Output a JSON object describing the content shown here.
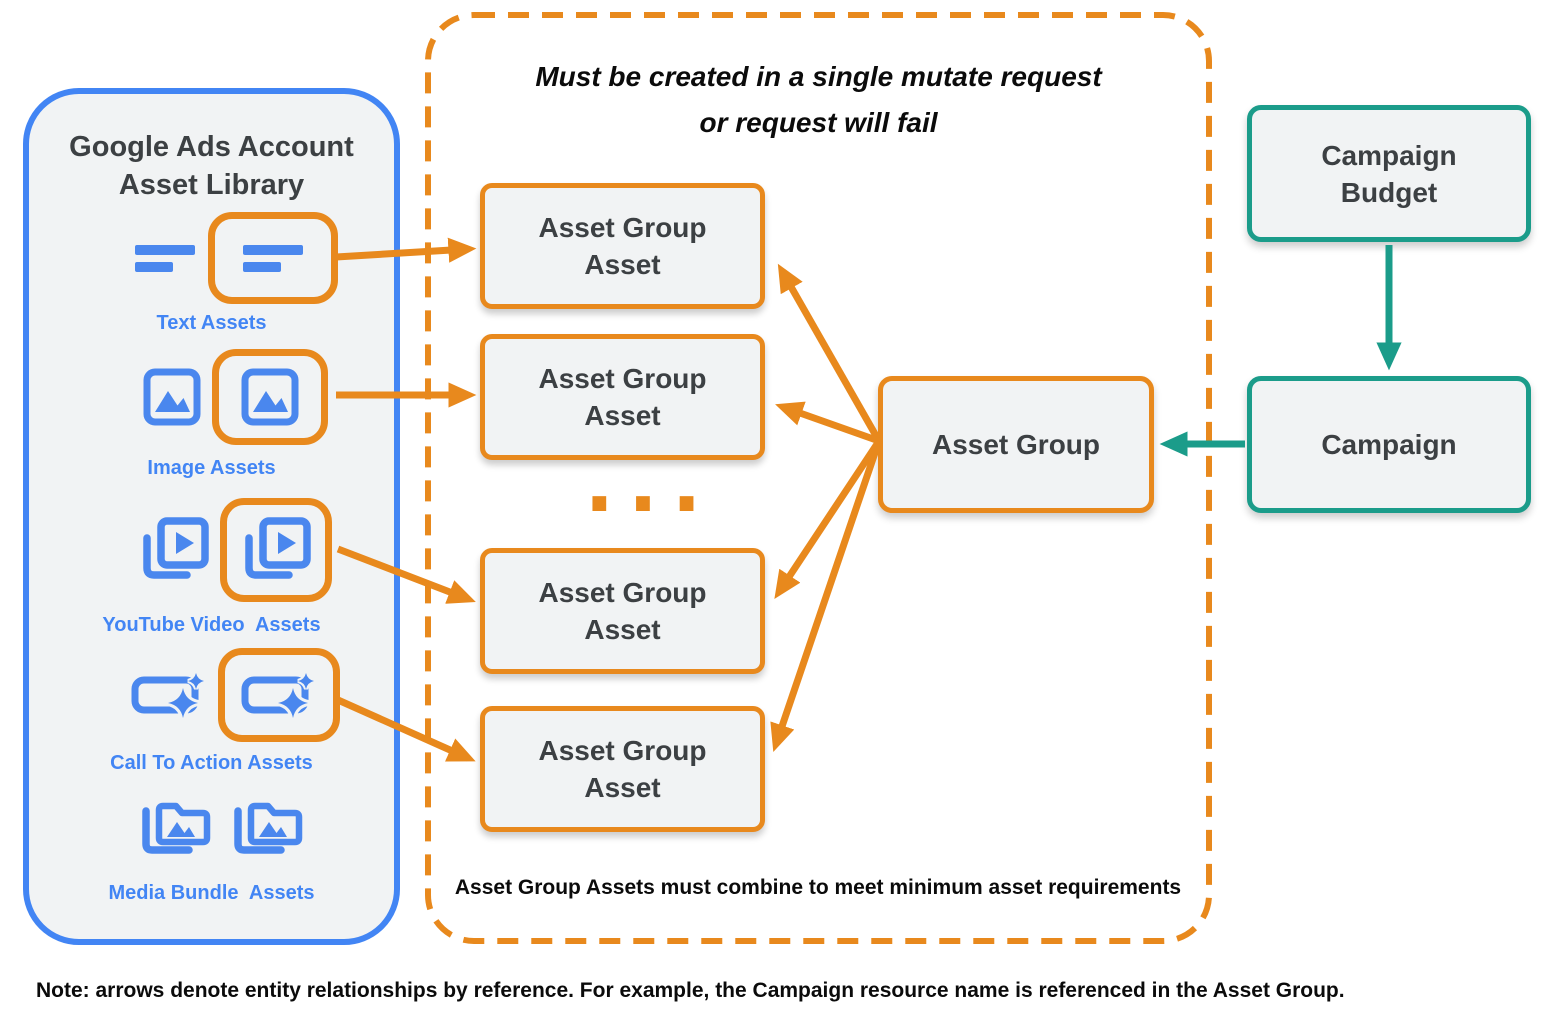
{
  "colors": {
    "blue": "#4285F4",
    "icon_blue": "#4A87EE",
    "orange": "#E8891D",
    "teal": "#1B9C8A",
    "box_fill": "#F1F3F4",
    "dark_text": "#3C4043",
    "black_text": "#0B0B0B"
  },
  "library": {
    "title": "Google Ads Account Asset Library",
    "items": [
      {
        "icon": "text-asset-icon",
        "label": "Text Assets"
      },
      {
        "icon": "image-asset-icon",
        "label": "Image Assets"
      },
      {
        "icon": "youtube-video-asset-icon",
        "label": "YouTube Video  Assets"
      },
      {
        "icon": "call-to-action-asset-icon",
        "label": "Call To Action Assets"
      },
      {
        "icon": "media-bundle-asset-icon",
        "label": "Media Bundle  Assets"
      }
    ]
  },
  "mutate_panel": {
    "title_line1": "Must be created in a single mutate request",
    "title_line2": "or request will fail",
    "aga_label": "Asset Group Asset",
    "ellipsis": "...",
    "footnote": "Asset Group Assets must combine to meet minimum asset requirements"
  },
  "entities": {
    "asset_group": "Asset Group",
    "campaign_budget": "Campaign Budget",
    "campaign": "Campaign"
  },
  "note": "Note: arrows denote entity relationships by reference. For example, the Campaign resource name is referenced in the Asset Group."
}
